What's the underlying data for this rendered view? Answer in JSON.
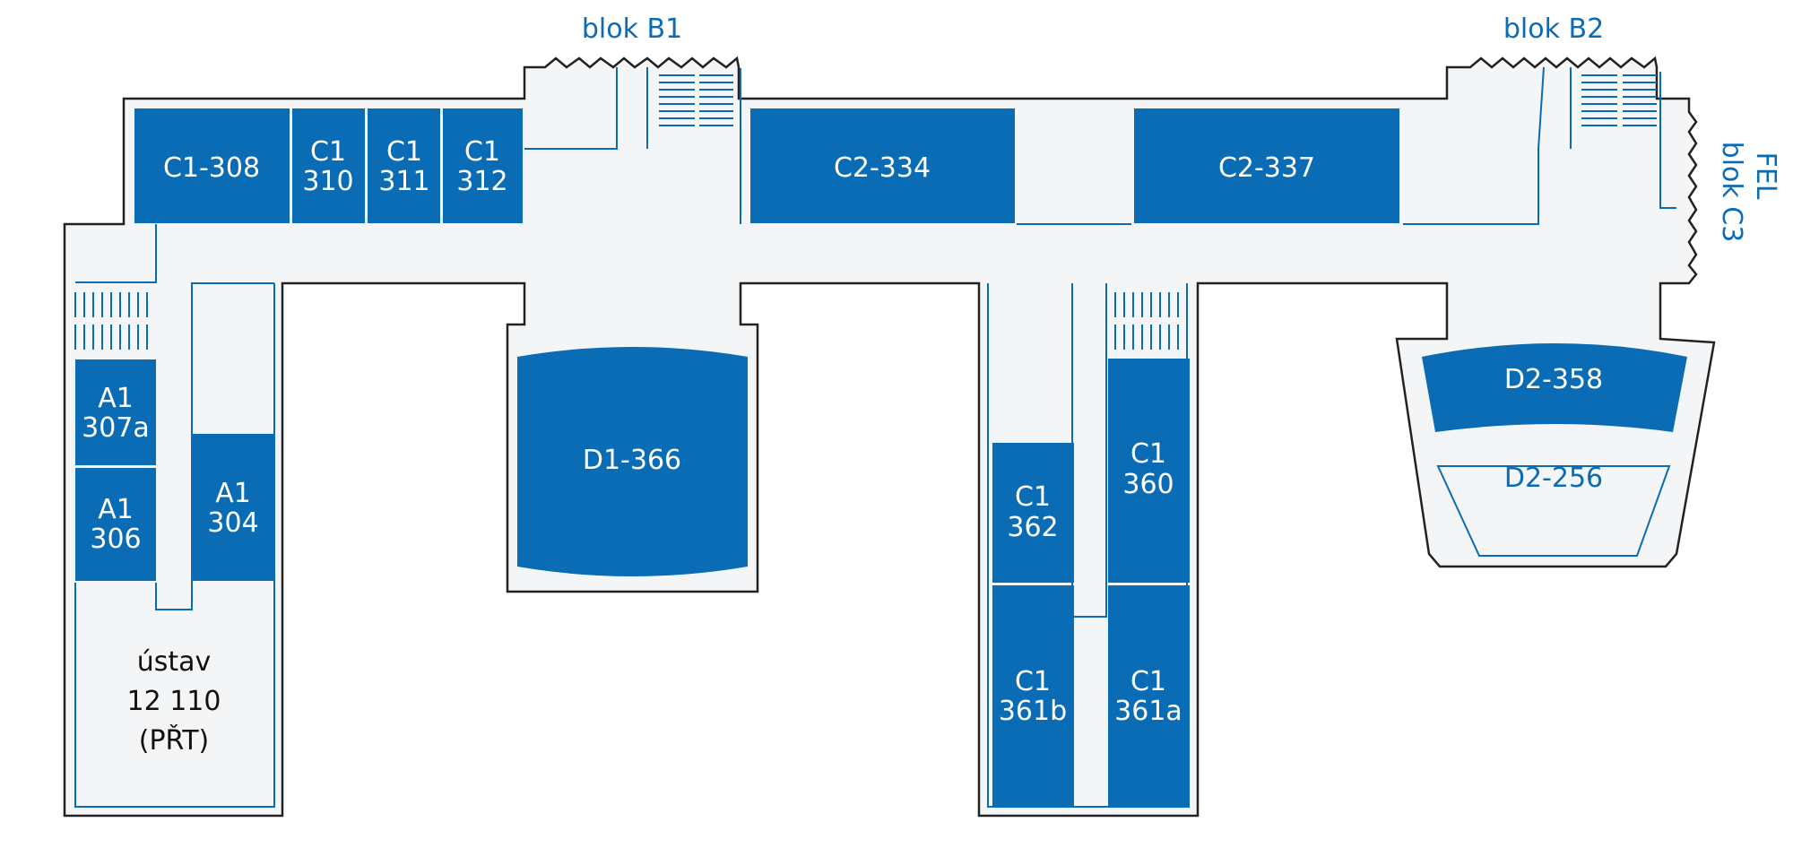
{
  "blocks": {
    "b1": "blok B1",
    "b2": "blok B2",
    "fel": "FEL",
    "c3": "blok C3"
  },
  "rooms": {
    "c1_308": "C1-308",
    "c1_310": [
      "C1",
      "310"
    ],
    "c1_311": [
      "C1",
      "311"
    ],
    "c1_312": [
      "C1",
      "312"
    ],
    "c2_334": "C2-334",
    "c2_337": "C2-337",
    "a1_307a": [
      "A1",
      "307a"
    ],
    "a1_306": [
      "A1",
      "306"
    ],
    "a1_304": [
      "A1",
      "304"
    ],
    "d1_366": "D1-366",
    "c1_362": [
      "C1",
      "362"
    ],
    "c1_360": [
      "C1",
      "360"
    ],
    "c1_361b": [
      "C1",
      "361b"
    ],
    "c1_361a": [
      "C1",
      "361a"
    ],
    "d2_358": "D2-358",
    "d2_256": "D2-256"
  },
  "institute": [
    "ústav",
    "12 110",
    "(PŘT)"
  ],
  "colors": {
    "room": "#0a6cb5",
    "corridor": "#f4f5f7",
    "wall": "#222222",
    "label_dark": "#111111"
  }
}
